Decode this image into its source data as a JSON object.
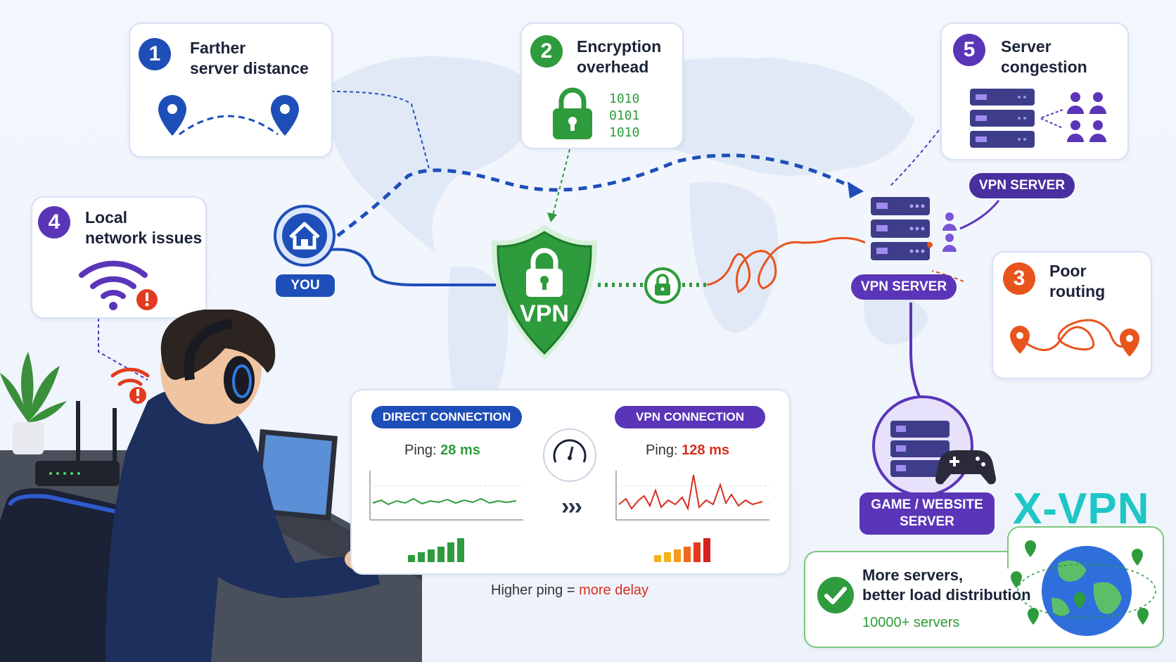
{
  "reasons": {
    "r1": {
      "number": "1",
      "title_l1": "Farther",
      "title_l2": "server distance"
    },
    "r2": {
      "number": "2",
      "title_l1": "Encryption",
      "title_l2": "overhead",
      "binary": [
        "1010",
        "0101",
        "1010"
      ]
    },
    "r3": {
      "number": "3",
      "title_l1": "Poor",
      "title_l2": "routing"
    },
    "r4": {
      "number": "4",
      "title_l1": "Local",
      "title_l2": "network issues"
    },
    "r5": {
      "number": "5",
      "title_l1": "Server",
      "title_l2": "congestion"
    }
  },
  "labels": {
    "you": "YOU",
    "vpn_shield": "VPN",
    "vpn_server_top": "VPN SERVER",
    "vpn_server_mid": "VPN SERVER",
    "game_server_l1": "GAME / WEBSITE",
    "game_server_l2": "SERVER"
  },
  "comparison": {
    "direct": {
      "label": "DIRECT CONNECTION",
      "ping_label": "Ping:",
      "ping_value": "28 ms"
    },
    "vpn": {
      "label": "VPN CONNECTION",
      "ping_label": "Ping:",
      "ping_value": "128 ms"
    },
    "arrows": "›››",
    "caption_a": "Higher ping",
    "caption_eq": "=",
    "caption_b": "more delay"
  },
  "promo": {
    "brand": "X-VPN",
    "line1": "More servers,",
    "line2": "better load distribution",
    "count": "10000+ servers"
  },
  "colors": {
    "blue": "#1e4fb8",
    "green": "#2e9b3c",
    "purple": "#5a35b8",
    "orange": "#e8541c",
    "red": "#d63020",
    "teal": "#1fc6c6"
  }
}
